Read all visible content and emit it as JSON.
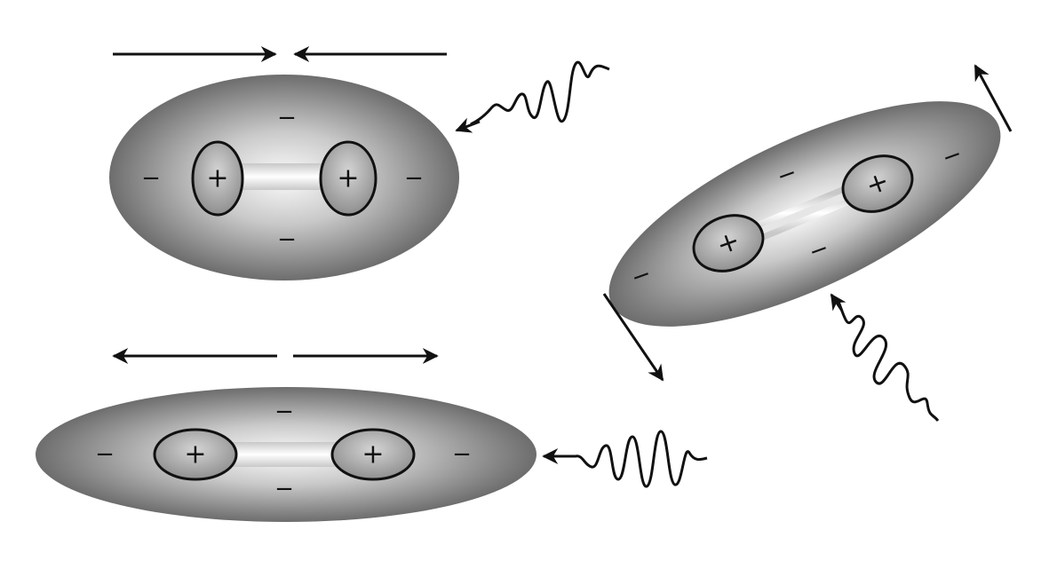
{
  "colors": {
    "background": "#ffffff",
    "shell_edge": "#6d6d6d",
    "shell_center": "#fbfbfb",
    "nucleus_fill": "#a9a9a9",
    "ink": "#111111"
  },
  "symbols": {
    "positive": "+",
    "negative": "−"
  },
  "molecules": [
    {
      "name": "compressed-molecule",
      "motion": "inward"
    },
    {
      "name": "stretched-molecule",
      "motion": "outward"
    },
    {
      "name": "tilted-molecule",
      "motion": "rotational"
    }
  ],
  "icons": [
    "arrow-right-icon",
    "arrow-left-icon",
    "photon-wave-icon"
  ]
}
